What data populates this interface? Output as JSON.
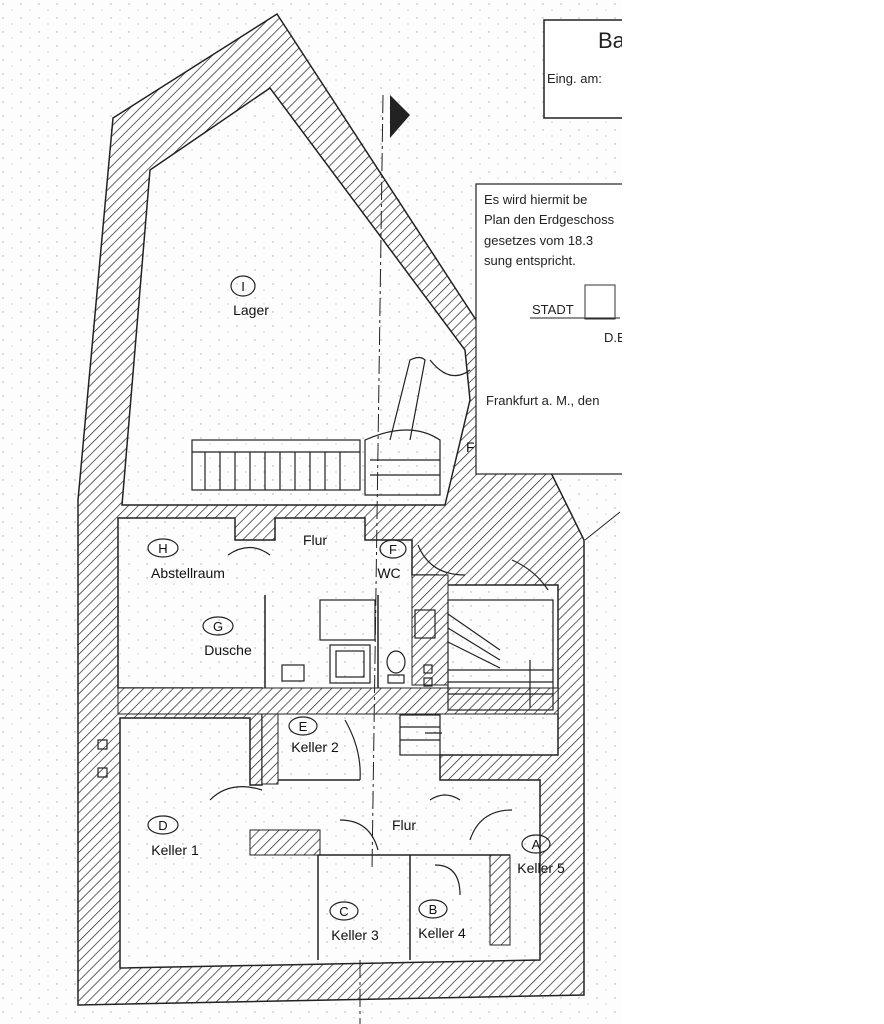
{
  "rooms": [
    {
      "id": "I",
      "name": "Lager"
    },
    {
      "id": "H",
      "name": "Abstellraum"
    },
    {
      "id": "G",
      "name": "Dusche"
    },
    {
      "id": "F",
      "name": "WC"
    },
    {
      "id": "E",
      "name": "Keller 2"
    },
    {
      "id": "D",
      "name": "Keller 1"
    },
    {
      "id": "C",
      "name": "Keller 3"
    },
    {
      "id": "B",
      "name": "Keller 4"
    },
    {
      "id": "A",
      "name": "Keller 5"
    }
  ],
  "corridors": {
    "flur_top": "Flur",
    "flur_stair": "Flur",
    "flur_bottom": "Flur"
  },
  "stamp": {
    "title": "Ba",
    "received": "Eing. am:",
    "cert_line1": "Es wird hiermit be",
    "cert_line2": "Plan den Erdgeschoss",
    "cert_line3": "gesetzes vom 18.3",
    "cert_line4": "sung entspricht.",
    "seal_text": "STADT",
    "initials": "D.E",
    "city_line": "Frankfurt a. M., den"
  },
  "colors": {
    "wall": "#222222",
    "paper": "#fdfdfd",
    "ink": "#111111"
  }
}
